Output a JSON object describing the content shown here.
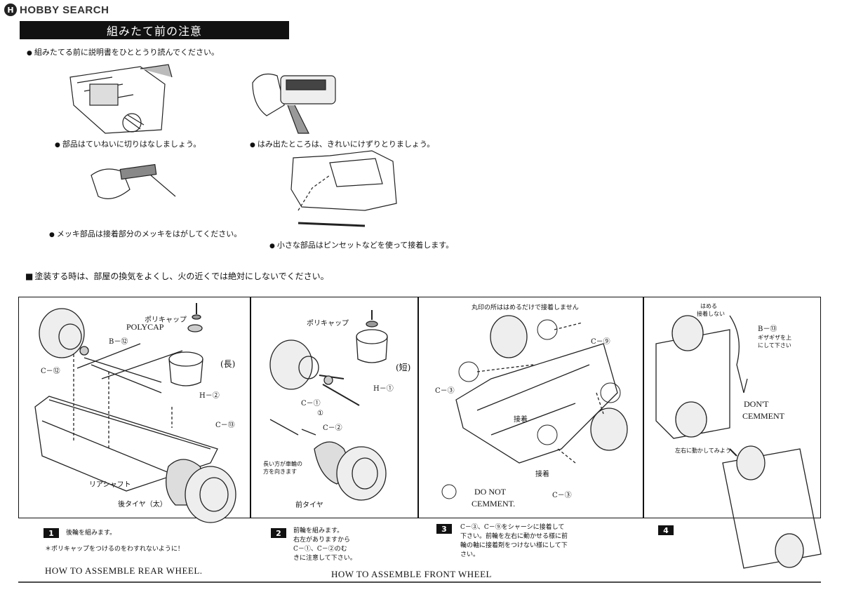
{
  "brand": {
    "logo_mark": "H",
    "logo_text": "HOBBY SEARCH"
  },
  "precautions": {
    "title": "組みたて前の注意",
    "read_manual": "組みたてる前に説明書をひととうり読んでください。",
    "cut_parts": "部品はていねいに切りはなしましょう。",
    "trim_flash": "はみ出たところは、きれいにけずりとりましょう。",
    "plating": "メッキ部品は接着部分のメッキをはがしてください。",
    "tweezers": "小さな部品はピンセットなどを使って接着します。",
    "paint_warning": "塗装する時は、部屋の換気をよくし、火の近くでは絶対にしないでください。"
  },
  "step1": {
    "num": "1",
    "polycap_jp": "ポリキャップ",
    "polycap_en": "POLYCAP",
    "b": "B－⑫",
    "c12": "C－⑫",
    "long": "(長)",
    "h2": "H－②",
    "c13": "C－⑬",
    "rear_shaft": "リアシャフト",
    "rear_tire": "後タイヤ（太）",
    "caption1": "後輪を組みます。",
    "caption2": "＊ポリキャップをつけるのをわすれないように！",
    "english": "HOW TO ASSEMBLE REAR WHEEL."
  },
  "step2": {
    "num": "2",
    "polycap_jp": "ポリキャップ",
    "short": "(短)",
    "h1": "H－①",
    "c1": "C－①",
    "one": "①",
    "c2": "C－②",
    "tall_side": "長い方が車輪の",
    "tall_side2": "方を向きます",
    "front_tire": "前タイヤ",
    "caption1": "前輪を組みます。",
    "caption2": "右左がありますから",
    "caption3": "C－①、C－②のむ",
    "caption4": "きに注意して下さい。",
    "english": "HOW TO ASSEMBLE FRONT WHEEL"
  },
  "step3": {
    "num": "3",
    "circle_note": "丸印の所ははめるだけで接着しません",
    "c9": "C－⑨",
    "c3a": "C－③",
    "glue1": "接着",
    "glue2": "接着",
    "c3b": "C－③",
    "do_not": "DO NOT",
    "cemment": "CEMMENT.",
    "caption1": "C－③、C－⑨をシャーシに接着して",
    "caption2": "下さい。前輪を左右に動かせる様に前",
    "caption3": "輪の軸に接着剤をつけない様にして下",
    "caption4": "さい。"
  },
  "step4": {
    "num": "4",
    "fit": "はめる",
    "no_glue": "接着しない",
    "b13": "B－⑬",
    "wiggle1": "ギザギザを上",
    "wiggle2": "にして下さい",
    "dont": "DON'T",
    "cemment": "CEMMENT",
    "move": "左右に動かしてみよう"
  }
}
